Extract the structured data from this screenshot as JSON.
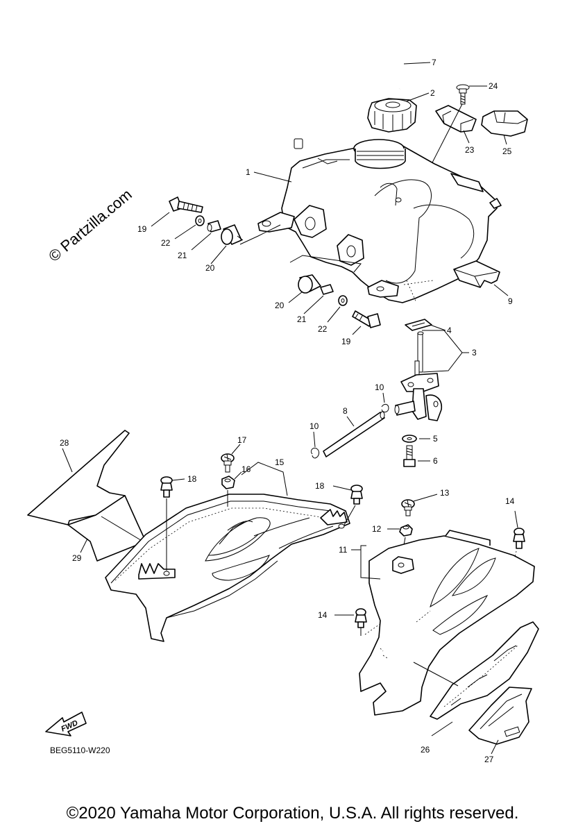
{
  "watermark": "© Partzilla.com",
  "drawing_code": "BEG5110-W220",
  "fwd_label": "FWD",
  "copyright": "©2020 Yamaha Motor Corporation, U.S.A. All rights reserved.",
  "callouts": {
    "c1": "1",
    "c2": "2",
    "c3": "3",
    "c4": "4",
    "c5": "5",
    "c6": "6",
    "c7": "7",
    "c8": "8",
    "c9": "9",
    "c10a": "10",
    "c10b": "10",
    "c11": "11",
    "c12": "12",
    "c13": "13",
    "c14a": "14",
    "c14b": "14",
    "c15": "15",
    "c16": "16",
    "c17": "17",
    "c18a": "18",
    "c18b": "18",
    "c19a": "19",
    "c19b": "19",
    "c20a": "20",
    "c20b": "20",
    "c21a": "21",
    "c21b": "21",
    "c22a": "22",
    "c22b": "22",
    "c23": "23",
    "c24": "24",
    "c25": "25",
    "c26": "26",
    "c27": "27",
    "c28": "28",
    "c29": "29"
  }
}
